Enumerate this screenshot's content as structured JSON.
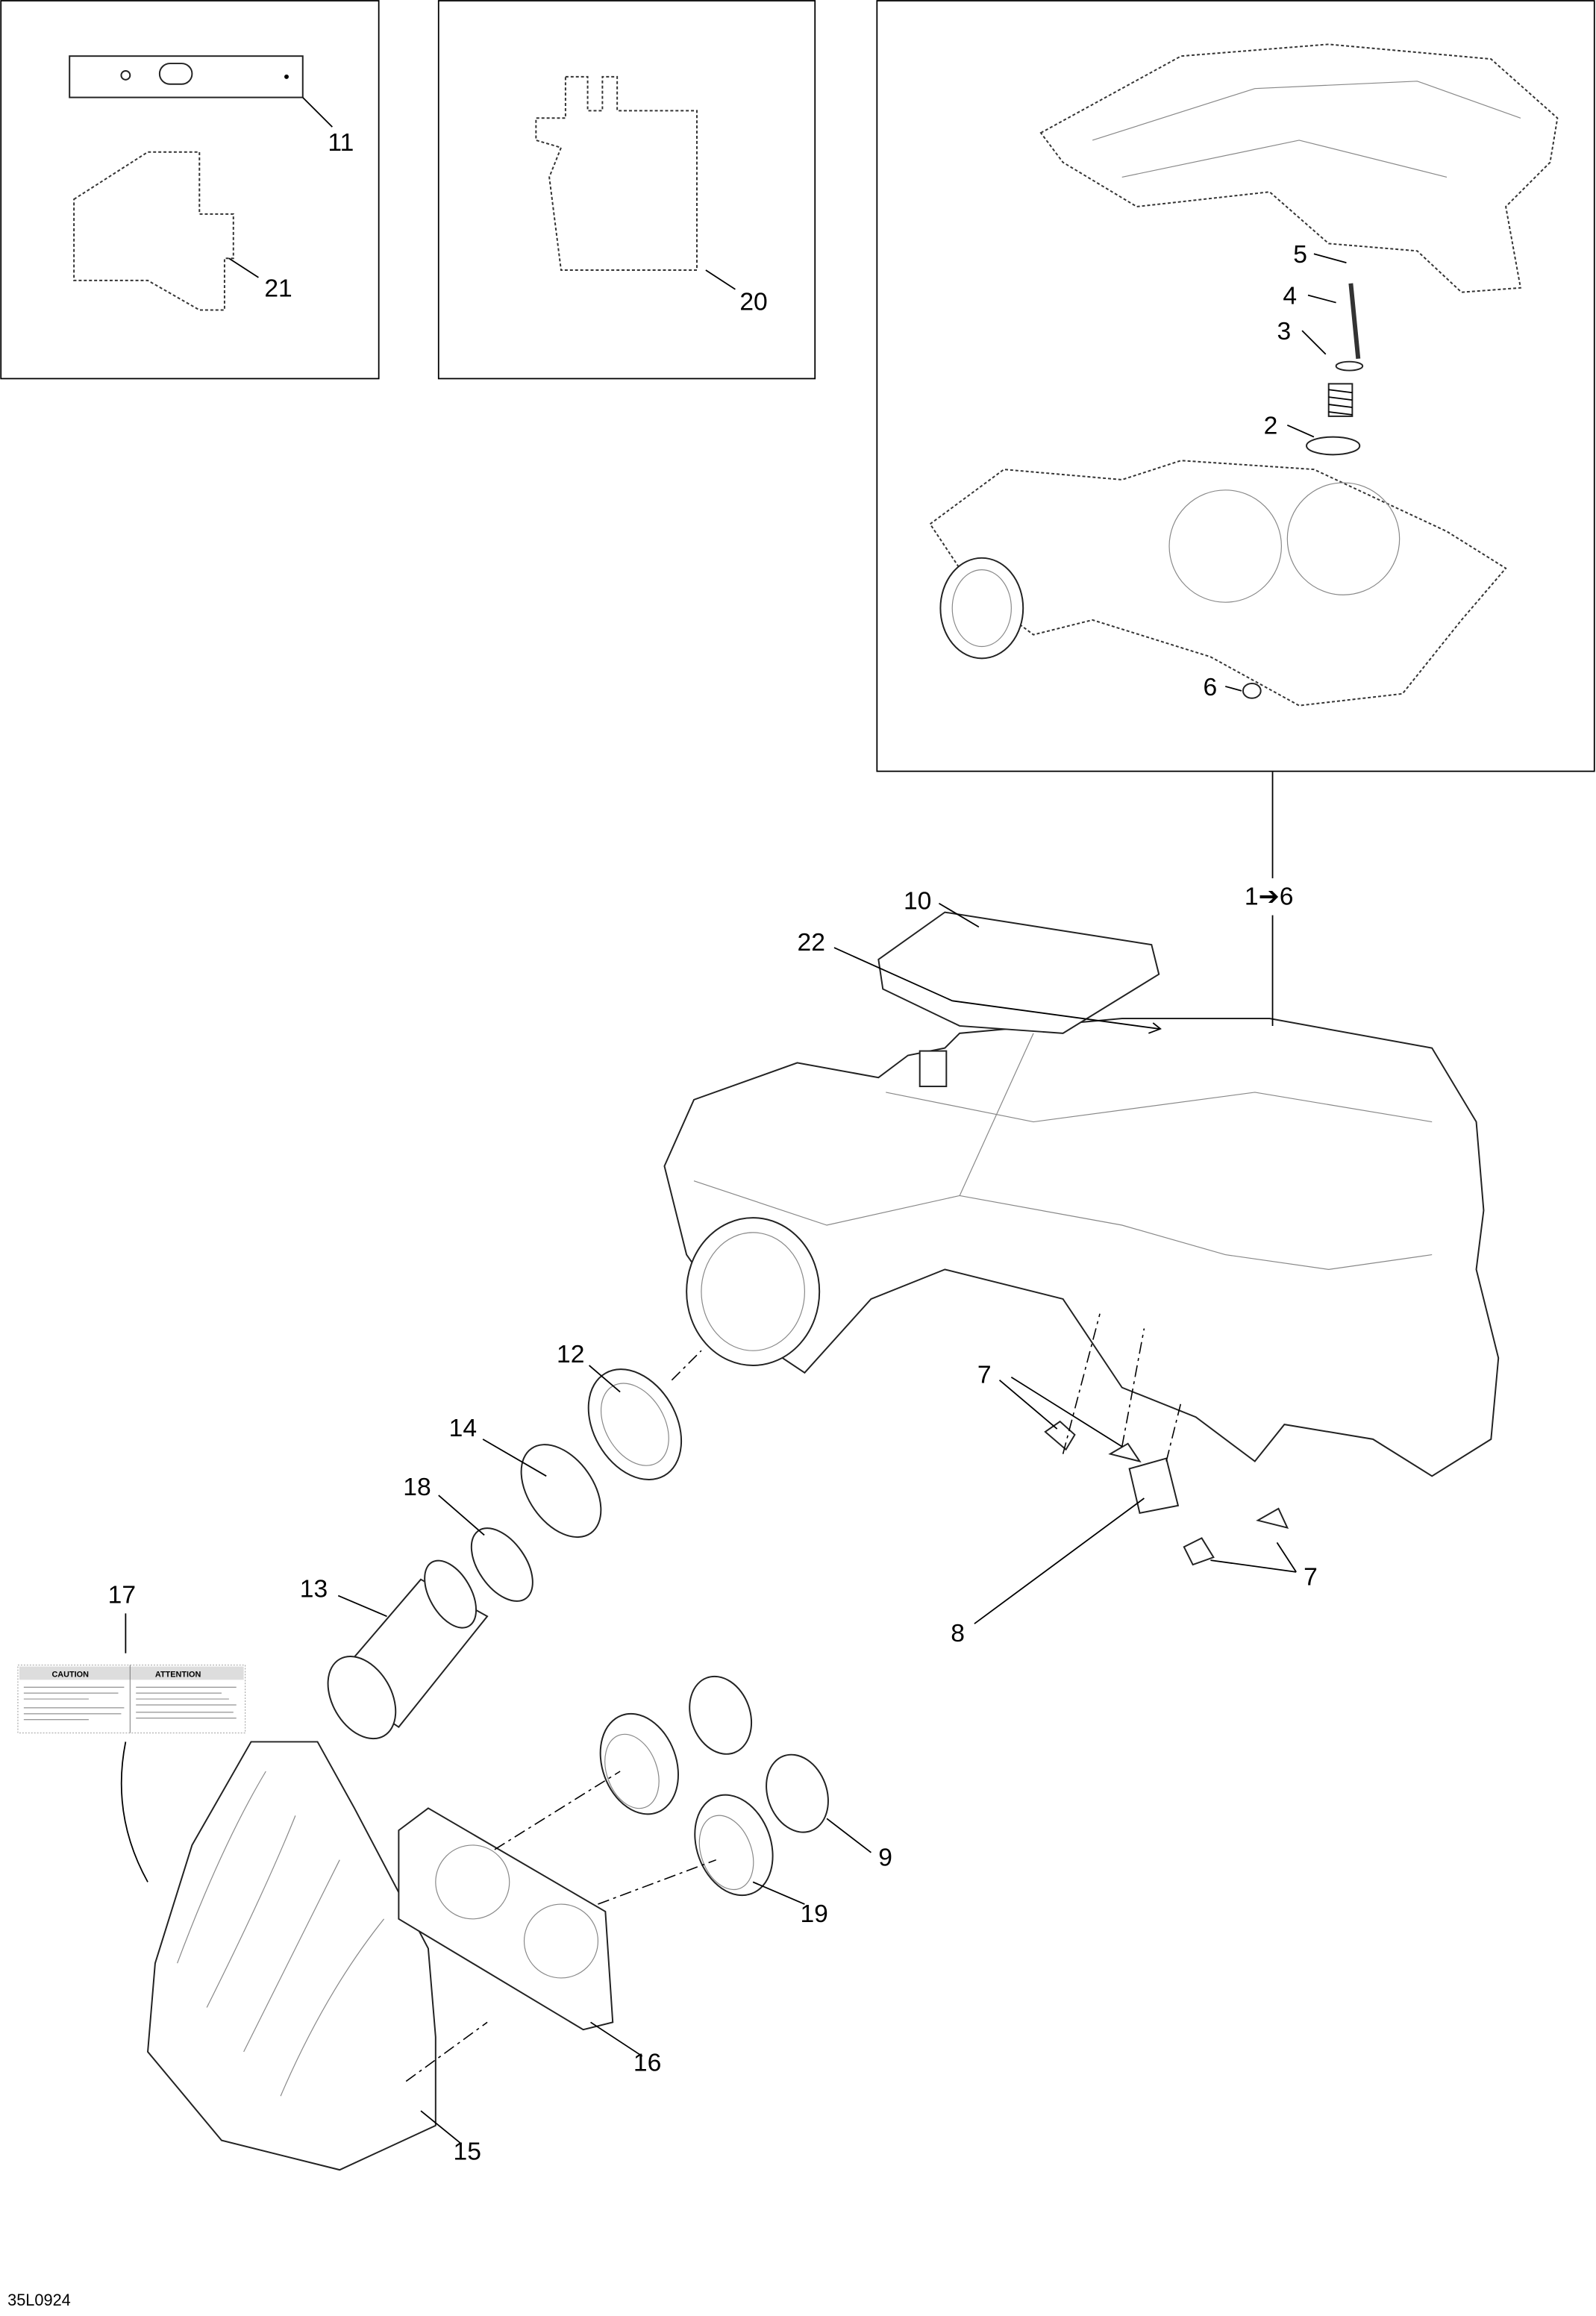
{
  "diagram": {
    "drawing_code": "35L0924",
    "callouts": {
      "c1_6": "1➔6",
      "c2": "2",
      "c3": "3",
      "c4": "4",
      "c5": "5",
      "c6": "6",
      "c7a": "7",
      "c7b": "7",
      "c8": "8",
      "c9": "9",
      "c10": "10",
      "c11": "11",
      "c12": "12",
      "c13": "13",
      "c14": "14",
      "c15": "15",
      "c16": "16",
      "c17": "17",
      "c18": "18",
      "c19": "19",
      "c20": "20",
      "c21": "21",
      "c22": "22"
    },
    "decal": {
      "left_title": "CAUTION",
      "right_title": "ATTENTION"
    }
  }
}
